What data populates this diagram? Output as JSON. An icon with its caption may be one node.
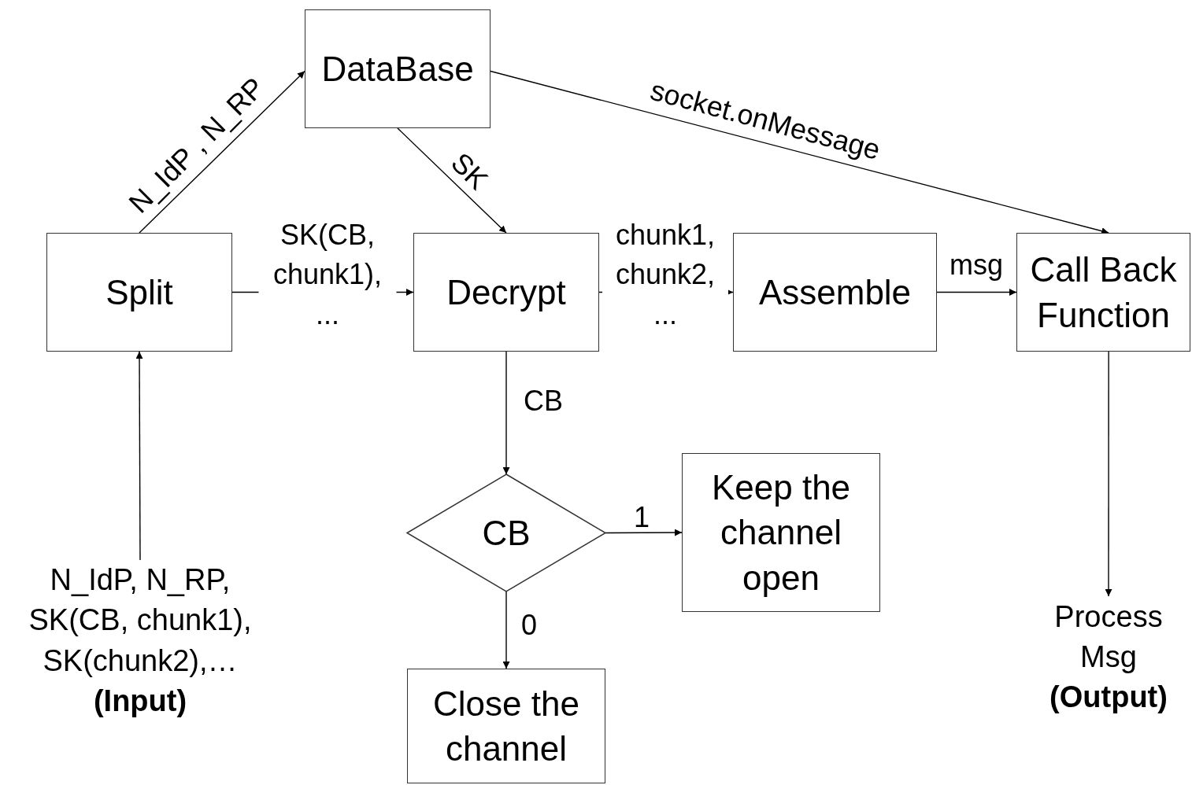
{
  "diagram": {
    "nodes": [
      {
        "text": [
          "DataBase"
        ]
      },
      {
        "text": [
          "Split"
        ]
      },
      {
        "text": [
          "Decrypt"
        ]
      },
      {
        "text": [
          "Assemble"
        ]
      },
      {
        "text": [
          "Call Back Function"
        ]
      },
      {
        "text": [
          "CB"
        ]
      },
      {
        "text": [
          "Keep the channel open"
        ]
      },
      {
        "text": [
          "Close the channel"
        ]
      },
      {
        "text": [
          "N_IdP, N_RP, SK(CB, chunk1), SK(chunk2),…",
          "(Input)"
        ]
      },
      {
        "text": [
          "Process Msg",
          "(Output)"
        ]
      }
    ],
    "edges": [
      {
        "from": 1,
        "to": 0,
        "arrow": "to",
        "label": "N_IdP , N_RP"
      },
      {
        "from": 0,
        "to": 2,
        "arrow": "to",
        "label": "SK"
      },
      {
        "from": 0,
        "to": 4,
        "arrow": "to",
        "label": "socket.onMessage"
      },
      {
        "from": 1,
        "to": 2,
        "arrow": "to",
        "label": "SK(CB, chunk1), ..."
      },
      {
        "from": 2,
        "to": 3,
        "arrow": "to",
        "label": "chunk1, chunk2, ..."
      },
      {
        "from": 3,
        "to": 4,
        "arrow": "to",
        "label": "msg"
      },
      {
        "from": 2,
        "to": 5,
        "arrow": "to",
        "label": "CB"
      },
      {
        "from": 5,
        "to": 6,
        "arrow": "to",
        "label": "1"
      },
      {
        "from": 5,
        "to": 7,
        "arrow": "to",
        "label": "0"
      },
      {
        "from": 8,
        "to": 1,
        "arrow": "to"
      },
      {
        "from": 4,
        "to": 9,
        "arrow": "to"
      }
    ]
  }
}
